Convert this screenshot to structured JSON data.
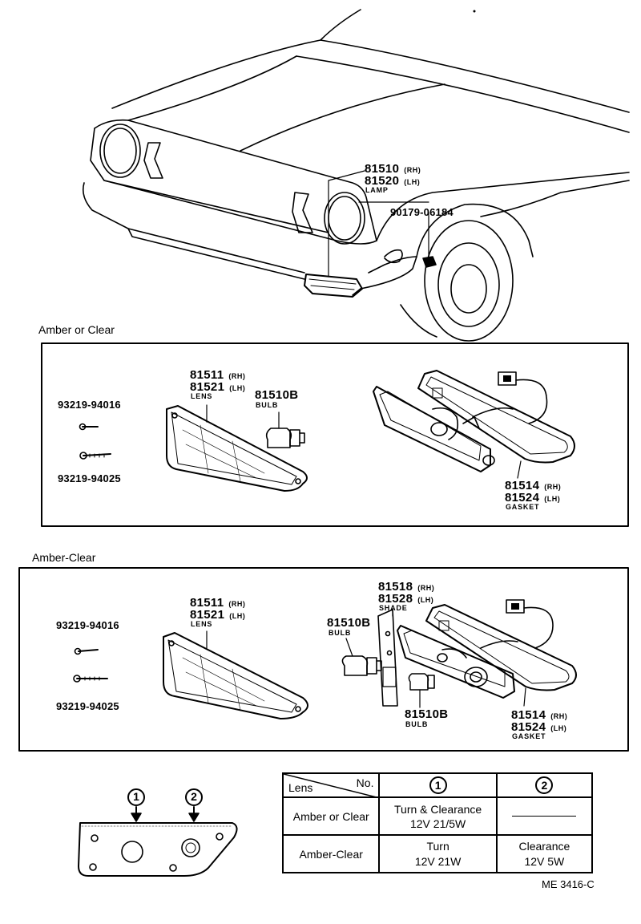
{
  "top": {
    "lamp_rh": "81510",
    "lamp_rh_sfx": "(RH)",
    "lamp_lh": "81520",
    "lamp_lh_sfx": "(LH)",
    "lamp_caption": "LAMP",
    "nut_part": "90179-06184"
  },
  "section1": {
    "title": "Amber or Clear",
    "screw1": "93219-94016",
    "screw2": "93219-94025",
    "lens_rh": "81511",
    "lens_rh_sfx": "(RH)",
    "lens_lh": "81521",
    "lens_lh_sfx": "(LH)",
    "lens_caption": "LENS",
    "bulb": "81510B",
    "bulb_caption": "BULB",
    "gasket_rh": "81514",
    "gasket_rh_sfx": "(RH)",
    "gasket_lh": "81524",
    "gasket_lh_sfx": "(LH)",
    "gasket_caption": "GASKET"
  },
  "section2": {
    "title": "Amber-Clear",
    "screw1": "93219-94016",
    "screw2": "93219-94025",
    "lens_rh": "81511",
    "lens_rh_sfx": "(RH)",
    "lens_lh": "81521",
    "lens_lh_sfx": "(LH)",
    "lens_caption": "LENS",
    "shade_rh": "81518",
    "shade_rh_sfx": "(RH)",
    "shade_lh": "81528",
    "shade_lh_sfx": "(LH)",
    "shade_caption": "SHADE",
    "bulb1": "81510B",
    "bulb1_caption": "BULB",
    "bulb2": "81510B",
    "bulb2_caption": "BULB",
    "gasket_rh": "81514",
    "gasket_rh_sfx": "(RH)",
    "gasket_lh": "81524",
    "gasket_lh_sfx": "(LH)",
    "gasket_caption": "GASKET"
  },
  "bottom": {
    "marker1": "1",
    "marker2": "2"
  },
  "table": {
    "header_lens": "Lens",
    "header_no": "No.",
    "col1": "1",
    "col2": "2",
    "rows": [
      {
        "lens": "Amber or Clear",
        "c1_line1": "Turn & Clearance",
        "c1_line2": "12V 21/5W",
        "c2_line1": "",
        "c2_line2": ""
      },
      {
        "lens": "Amber-Clear",
        "c1_line1": "Turn",
        "c1_line2": "12V 21W",
        "c2_line1": "Clearance",
        "c2_line2": "12V 5W"
      }
    ]
  },
  "figure_code": "ME 3416-C"
}
